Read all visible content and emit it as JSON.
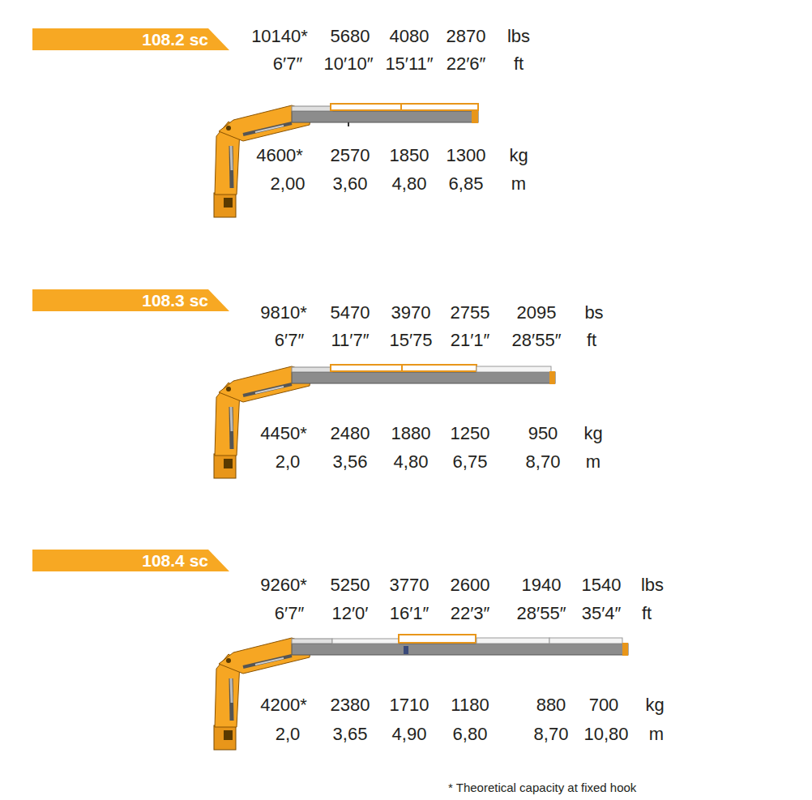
{
  "diagram": {
    "nodes": [
      {
        "text": [
          "108.2 sc"
        ]
      },
      {
        "text": [
          "108.3 sc"
        ]
      },
      {
        "text": [
          "108.4 sc"
        ]
      }
    ],
    "labels": [
      "10140*",
      "5680",
      "4080",
      "2870",
      "lbs",
      "6′7″",
      "10′10″",
      "15′11″",
      "22′6″",
      "ft",
      "4600*",
      "2570",
      "1850",
      "1300",
      "kg",
      "2,00",
      "3,60",
      "4,80",
      "6,85",
      "m",
      "9810*",
      "5470",
      "3970",
      "2755",
      "2095",
      "bs",
      "6′7″",
      "11′7″",
      "15′75",
      "21′1″",
      "28′55″",
      "ft",
      "4450*",
      "2480",
      "1880",
      "1250",
      "950",
      "kg",
      "2,0",
      "3,56",
      "4,80",
      "6,75",
      "8,70",
      "m",
      "9260*",
      "5250",
      "3770",
      "2600",
      "1940",
      "1540",
      "lbs",
      "6′7″",
      "12′0′",
      "16′1″",
      "22′3″",
      "28′55″",
      "35′4″",
      "ft",
      "4200*",
      "2380",
      "1710",
      "1180",
      "880",
      "700",
      "kg",
      "2,0",
      "3,65",
      "4,90",
      "6,80",
      "8,70",
      "10,80",
      "m",
      "* Theoretical capacity at fixed hook"
    ]
  }
}
